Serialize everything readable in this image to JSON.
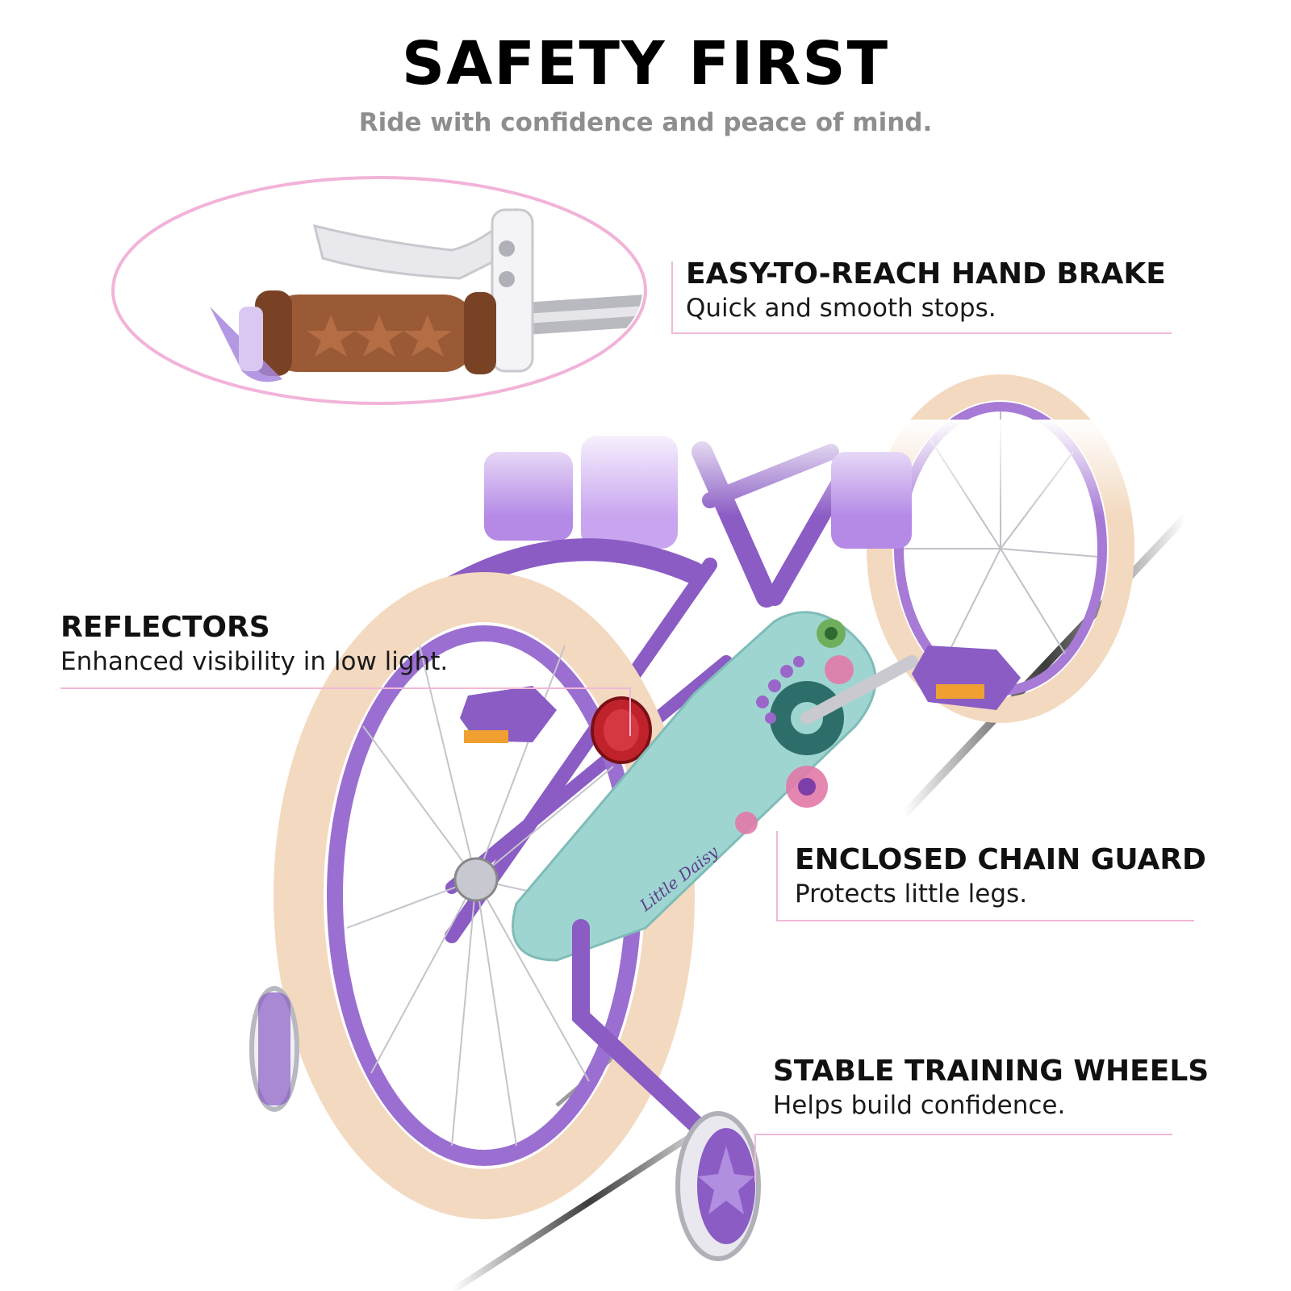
{
  "header": {
    "title": "SAFETY FIRST",
    "subtitle": "Ride with confidence and peace of mind."
  },
  "features": {
    "hand_brake": {
      "title": "EASY-TO-REACH HAND BRAKE",
      "description": "Quick and smooth stops."
    },
    "reflectors": {
      "title": "REFLECTORS",
      "description": "Enhanced visibility in low light."
    },
    "chain_guard": {
      "title": "ENCLOSED CHAIN GUARD",
      "description": "Protects little legs."
    },
    "training_wheels": {
      "title": "STABLE TRAINING WHEELS",
      "description": "Helps build confidence."
    }
  },
  "brand": {
    "chain_guard_text": "Little Daisy"
  },
  "colors": {
    "accent_line": "#f0b8d8",
    "frame_purple": "#8a5cc4",
    "tire_cream": "#f3d9bf",
    "chain_guard_teal": "#9fd5d1",
    "grip_brown": "#9a5a36"
  }
}
